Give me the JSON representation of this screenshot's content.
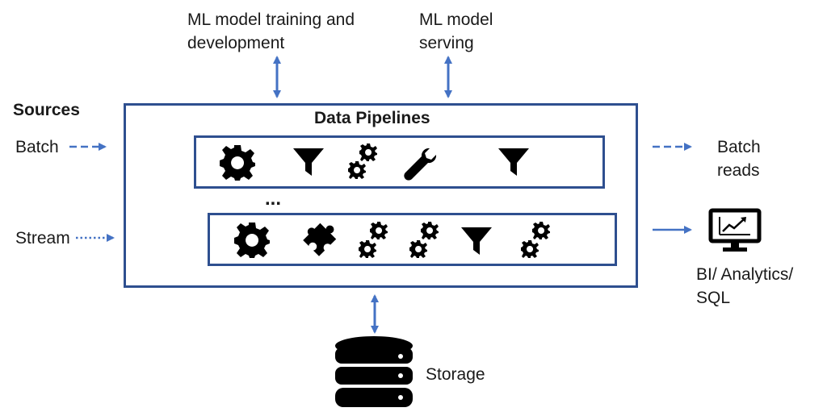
{
  "labels": {
    "ml_training": "ML model training and development",
    "ml_training_line1": "ML model training and",
    "ml_training_line2": "development",
    "ml_serving_line1": "ML model",
    "ml_serving_line2": "serving",
    "sources": "Sources",
    "batch": "Batch",
    "stream": "Stream",
    "data_pipelines": "Data Pipelines",
    "ellipsis": "...",
    "batch_reads_line1": "Batch",
    "batch_reads_line2": "reads",
    "bi_line1": "BI/ Analytics/",
    "bi_line2": "SQL",
    "storage": "Storage"
  },
  "pipeline_rows": [
    {
      "icons": [
        "gear-icon",
        "filter-icon",
        "double-gear-icon",
        "wrench-icon",
        "filter-icon"
      ]
    },
    {
      "icons": [
        "gear-icon",
        "puzzle-icon",
        "double-gear-icon",
        "double-gear-icon",
        "filter-icon",
        "double-gear-icon"
      ]
    }
  ],
  "colors": {
    "box_border": "#2e4f8f",
    "arrow": "#4472c4",
    "icon": "#000000"
  }
}
